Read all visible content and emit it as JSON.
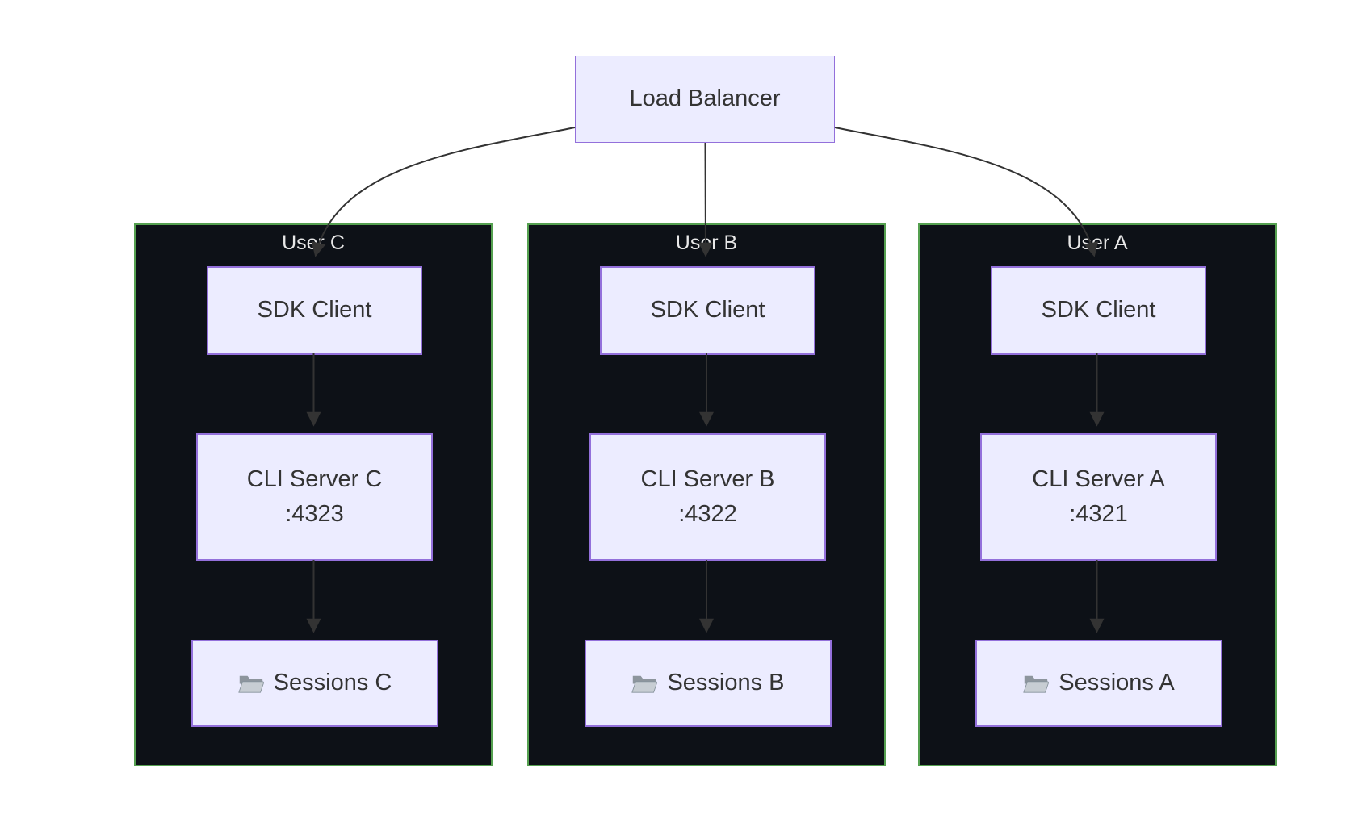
{
  "load_balancer": {
    "label": "Load Balancer"
  },
  "groups": [
    {
      "name": "User C",
      "sdk_label": "SDK Client",
      "cli_name": "CLI Server C",
      "cli_port": ":4323",
      "sessions_label": "Sessions C",
      "sessions_icon": "folder-icon"
    },
    {
      "name": "User B",
      "sdk_label": "SDK Client",
      "cli_name": "CLI Server B",
      "cli_port": ":4322",
      "sessions_label": "Sessions B",
      "sessions_icon": "folder-icon"
    },
    {
      "name": "User A",
      "sdk_label": "SDK Client",
      "cli_name": "CLI Server A",
      "cli_port": ":4321",
      "sessions_label": "Sessions A",
      "sessions_icon": "folder-icon"
    }
  ],
  "colors": {
    "node_fill": "#ECECFF",
    "node_border": "#9370DB",
    "node_text": "#333333",
    "group_fill": "#0d1117",
    "group_border": "#55a050",
    "group_label_text": "#e8e8e8",
    "edge": "#333333",
    "page_background": "#ffffff"
  }
}
